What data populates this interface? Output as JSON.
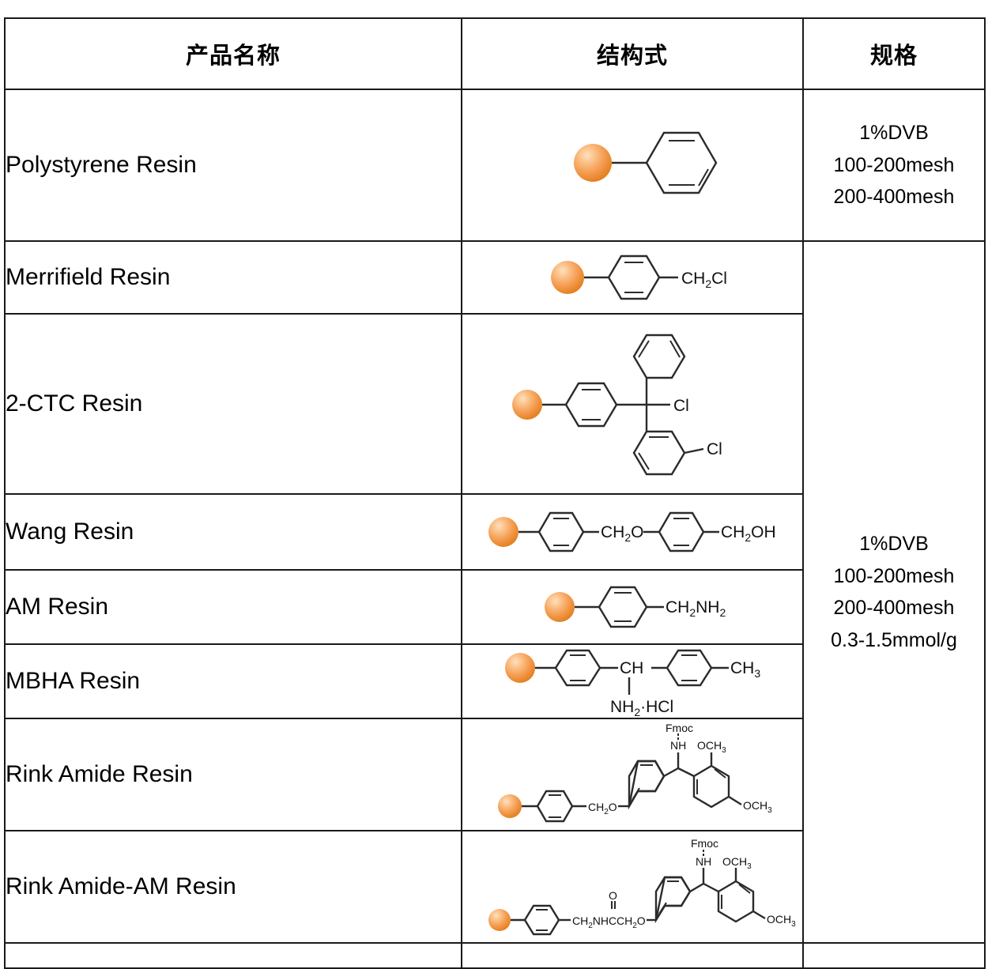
{
  "table": {
    "headers": {
      "product_name": "产品名称",
      "structure": "结构式",
      "specification": "规格"
    },
    "rows": [
      {
        "name": "Polystyrene Resin",
        "structure_label": "polystyrene-structure",
        "structure_text": []
      },
      {
        "name": "Merrifield Resin",
        "structure_label": "merrifield-structure",
        "structure_text": [
          "CH",
          "2",
          "Cl"
        ]
      },
      {
        "name": "2-CTC Resin",
        "structure_label": "2-ctc-structure",
        "structure_text": [
          "Cl",
          "Cl"
        ]
      },
      {
        "name": "Wang Resin",
        "structure_label": "wang-structure",
        "structure_text": [
          "CH",
          "2",
          "O",
          "CH",
          "2",
          "OH"
        ]
      },
      {
        "name": "AM Resin",
        "structure_label": "am-structure",
        "structure_text": [
          "CH",
          "2",
          "NH",
          "2"
        ]
      },
      {
        "name": "MBHA Resin",
        "structure_label": "mbha-structure",
        "structure_text": [
          "CH",
          "NH",
          "2",
          "·HCl",
          "CH",
          "3"
        ]
      },
      {
        "name": "Rink Amide Resin",
        "structure_label": "rink-amide-structure",
        "structure_text": [
          "Fmoc",
          "NH",
          "OCH",
          "3",
          "OCH",
          "3",
          "CH",
          "2",
          "O"
        ]
      },
      {
        "name": "Rink Amide-AM Resin",
        "structure_label": "rink-amide-am-structure",
        "structure_text": [
          "Fmoc",
          "NH",
          "OCH",
          "3",
          "OCH",
          "3",
          "CH",
          "2",
          "NHC",
          "CH",
          "2",
          "O"
        ]
      }
    ],
    "spec_groups": [
      {
        "rowspan": 1,
        "lines": [
          "1%DVB",
          "100-200mesh",
          "200-400mesh"
        ]
      },
      {
        "rowspan": 7,
        "lines": [
          "1%DVB",
          "100-200mesh",
          "200-400mesh",
          "0.3-1.5mmol/g"
        ]
      }
    ]
  },
  "chem_labels": {
    "ch2cl": "CH2Cl",
    "cl": "Cl",
    "ch2o": "CH2O",
    "ch2oh": "CH2OH",
    "ch2nh2": "CH2NH2",
    "ch": "CH",
    "nh2hcl": "NH2·HCl",
    "ch3": "CH3",
    "fmoc": "Fmoc",
    "nh": "NH",
    "och3": "OCH3",
    "ch2nhc": "CH2NHC",
    "ch2o_2": "CH2O"
  },
  "colors": {
    "bead_highlight": "#FBC88E",
    "bead_mid": "#F49A4C",
    "bead_shadow": "#E07B26",
    "border": "#1a1a1a",
    "bond": "#2b2b2b",
    "background": "#ffffff"
  }
}
